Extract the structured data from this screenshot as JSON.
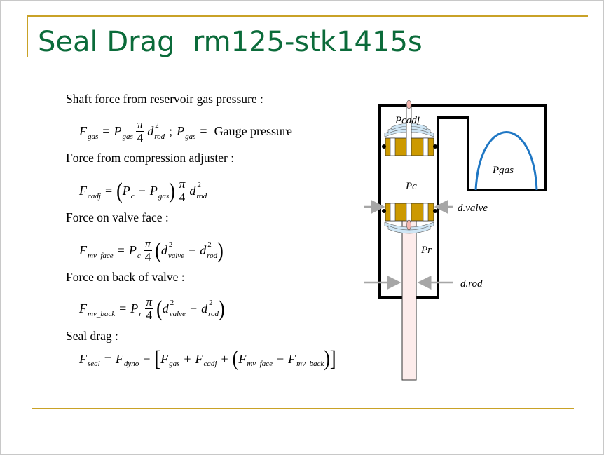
{
  "slide": {
    "title": "Seal Drag  rm125-stk1415s",
    "accent_color": "#c9a227",
    "title_color": "#0b6b3a"
  },
  "content": {
    "lines": [
      "Shaft force from reservoir gas pressure :",
      "Force from compression adjuster :",
      "Force on valve face :",
      "Force on back of valve :",
      "Seal drag :"
    ],
    "equations": [
      [
        {
          "t": "F",
          "sub": "gas"
        },
        {
          "op": "="
        },
        {
          "t": "P",
          "sub": "gas"
        },
        {
          "frac": [
            "π",
            "4"
          ]
        },
        {
          "t": "d",
          "sup": "2",
          "sub": "rod"
        },
        {
          "op": ";"
        },
        {
          "t": "P",
          "sub": "gas"
        },
        {
          "op": "="
        },
        {
          "text": "Gauge pressure"
        }
      ],
      [
        {
          "t": "F",
          "sub": "cadj"
        },
        {
          "op": "="
        },
        {
          "br": "("
        },
        {
          "t": "P",
          "sub": "c"
        },
        {
          "op": "−"
        },
        {
          "t": "P",
          "sub": "gas"
        },
        {
          "br": ")"
        },
        {
          "frac": [
            "π",
            "4"
          ]
        },
        {
          "t": "d",
          "sup": "2",
          "sub": "rod"
        }
      ],
      [
        {
          "t": "F",
          "sub": "mv_face"
        },
        {
          "op": "="
        },
        {
          "t": "P",
          "sub": "c"
        },
        {
          "frac": [
            "π",
            "4"
          ]
        },
        {
          "br": "("
        },
        {
          "t": "d",
          "sup": "2",
          "sub": "valve"
        },
        {
          "op": "−"
        },
        {
          "t": "d",
          "sup": "2",
          "sub": "rod"
        },
        {
          "br": ")"
        }
      ],
      [
        {
          "t": "F",
          "sub": "mv_back"
        },
        {
          "op": "="
        },
        {
          "t": "P",
          "sub": "r"
        },
        {
          "frac": [
            "π",
            "4"
          ]
        },
        {
          "br": "("
        },
        {
          "t": "d",
          "sup": "2",
          "sub": "valve"
        },
        {
          "op": "−"
        },
        {
          "t": "d",
          "sup": "2",
          "sub": "rod"
        },
        {
          "br": ")"
        }
      ],
      [
        {
          "t": "F",
          "sub": "seal"
        },
        {
          "op": "="
        },
        {
          "t": "F",
          "sub": "dyno"
        },
        {
          "op": "−"
        },
        {
          "br": "["
        },
        {
          "t": "F",
          "sub": "gas"
        },
        {
          "op": "+"
        },
        {
          "t": "F",
          "sub": "cadj"
        },
        {
          "op": "+"
        },
        {
          "br": "("
        },
        {
          "t": "F",
          "sub": "mv_face"
        },
        {
          "op": "−"
        },
        {
          "t": "F",
          "sub": "mv_back"
        },
        {
          "br": ")"
        },
        {
          "br": "]"
        }
      ]
    ]
  },
  "diagram": {
    "labels": {
      "pcadj": "Pcadj",
      "pc": "Pc",
      "pr": "Pr",
      "pgas": "Pgas",
      "dvalve": "d.valve",
      "drod": "d.rod"
    },
    "colors": {
      "piston": "#cc9900",
      "shim": "#cfe6f5",
      "rod": "#fdeceb",
      "bladder": "#1f77c4",
      "arrow": "#a6a6a6"
    }
  }
}
